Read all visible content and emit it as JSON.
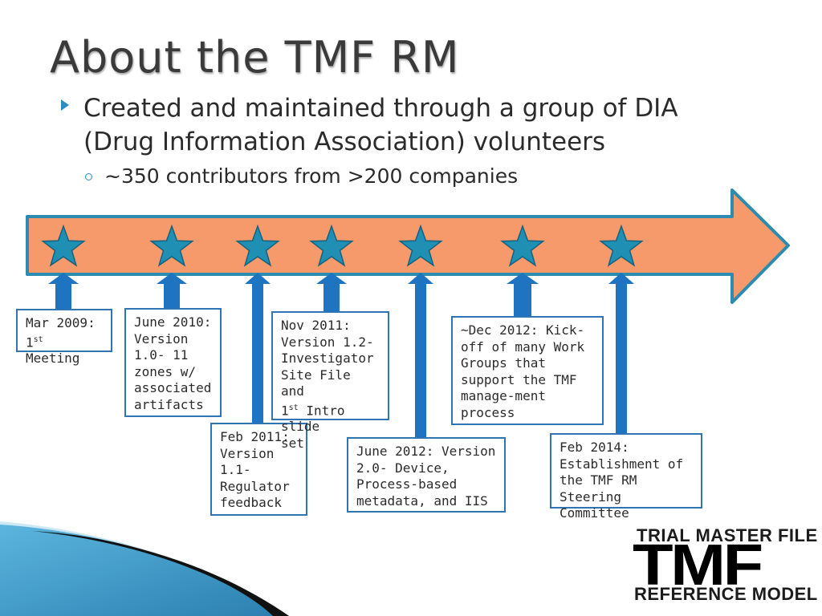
{
  "slide": {
    "title": "About the TMF RM",
    "bullet": "Created and maintained through a group of DIA (Drug Information Association) volunteers",
    "sub_bullet": "~350 contributors from >200 companies"
  },
  "colors": {
    "arrow_fill": "#f79a6b",
    "arrow_border": "#2b8bb0",
    "star_fill": "#1f8fb3",
    "pointer": "#1f74c1",
    "box_border": "#2f75b5"
  },
  "timeline": [
    {
      "id": "mar-2009",
      "lines": [
        "Mar 2009:",
        "1|st| Meeting"
      ]
    },
    {
      "id": "june-2010",
      "lines": [
        "June 2010:",
        "Version",
        "1.0- 11",
        "zones w/",
        "associated",
        "artifacts"
      ]
    },
    {
      "id": "feb-2011",
      "lines": [
        "Feb 2011:",
        "Version",
        "1.1-",
        "Regulator",
        "feedback"
      ]
    },
    {
      "id": "nov-2011",
      "lines": [
        "Nov 2011:",
        "Version 1.2-",
        "Investigator",
        "Site File and",
        "1|st| Intro slide",
        "set"
      ]
    },
    {
      "id": "june-2012",
      "lines": [
        "June 2012: Version",
        "2.0- Device,",
        "Process-based",
        "metadata, and IIS"
      ]
    },
    {
      "id": "dec-2012",
      "lines": [
        "~Dec 2012: Kick-",
        "off of many Work",
        "Groups that",
        "support the TMF",
        "manage-ment",
        "process"
      ]
    },
    {
      "id": "feb-2014",
      "lines": [
        "Feb 2014:",
        "Establishment of",
        "the TMF RM",
        "Steering Committee"
      ]
    }
  ],
  "logo": {
    "top_text": "TRIAL MASTER FILE",
    "main_text": "TMF",
    "bottom_text": "REFERENCE MODEL"
  }
}
